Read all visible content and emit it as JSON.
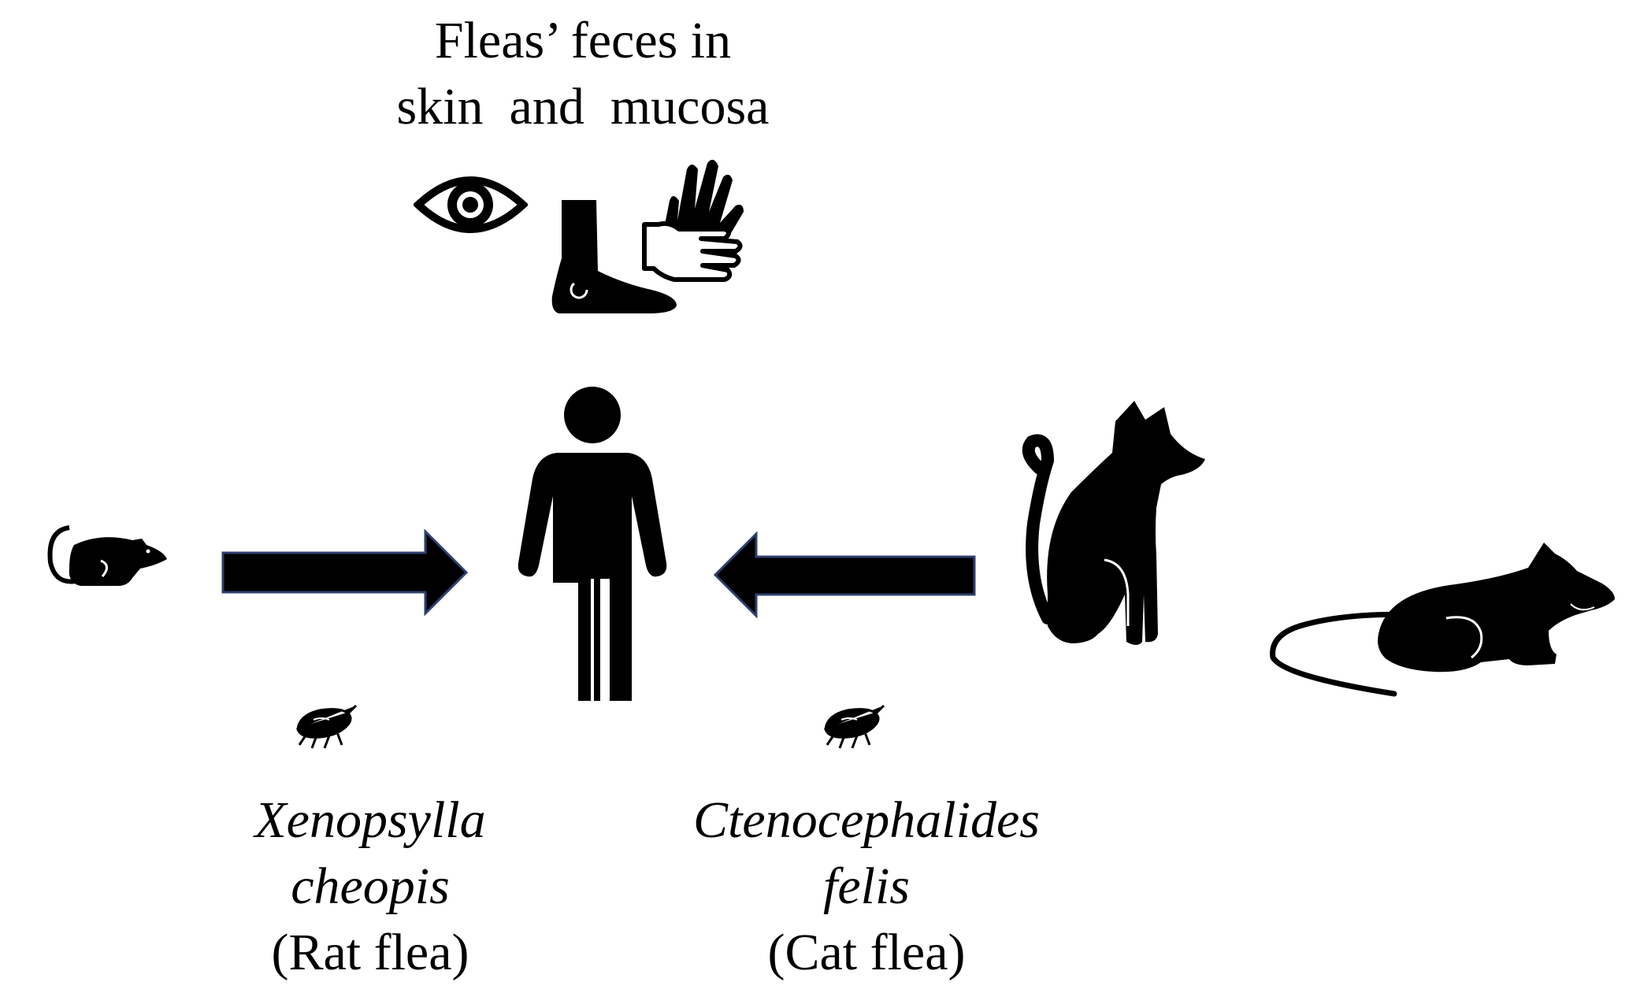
{
  "top_caption": {
    "line1": "Fleas’ feces in",
    "line2": "skin  and  mucosa"
  },
  "rat_flea": {
    "genus": "Xenopsylla",
    "species": "cheopis",
    "common": "(Rat flea)"
  },
  "cat_flea": {
    "genus": "Ctenocephalides",
    "species": "felis",
    "common": "(Cat flea)"
  },
  "icons": [
    "eye-icon",
    "foot-icon",
    "hands-icon",
    "mouse-icon",
    "arrow-right-icon",
    "person-icon",
    "arrow-left-icon",
    "cat-icon",
    "rat-icon",
    "flea-icon"
  ],
  "colors": {
    "silhouette": "#000000",
    "arrow_outline": "#2f3f6e"
  }
}
